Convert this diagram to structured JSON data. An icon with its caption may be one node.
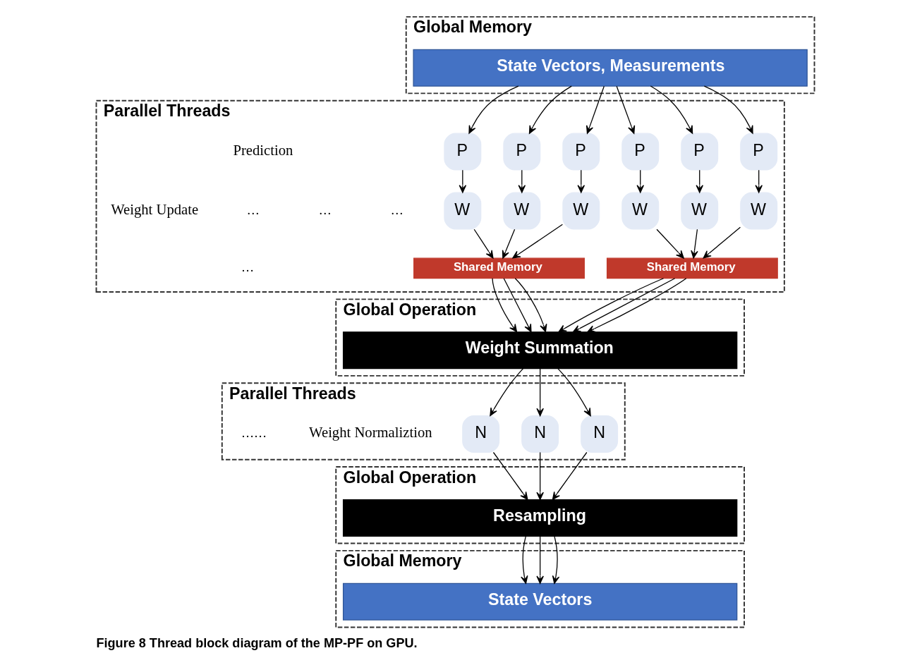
{
  "diagram": {
    "caption": "Figure 8 Thread block diagram of the MP-PF on GPU.",
    "nodes": [
      {
        "text": [
          "Global Memory"
        ]
      },
      {
        "text": [
          "State Vectors, Measurements"
        ],
        "in": 0
      },
      {
        "text": [
          "Parallel Threads"
        ]
      },
      {
        "text": [
          "P"
        ],
        "in": 2
      },
      {
        "text": [
          "P"
        ],
        "in": 2
      },
      {
        "text": [
          "P"
        ],
        "in": 2
      },
      {
        "text": [
          "P"
        ],
        "in": 2
      },
      {
        "text": [
          "P"
        ],
        "in": 2
      },
      {
        "text": [
          "P"
        ],
        "in": 2
      },
      {
        "text": [
          "W"
        ],
        "in": 2
      },
      {
        "text": [
          "W"
        ],
        "in": 2
      },
      {
        "text": [
          "W"
        ],
        "in": 2
      },
      {
        "text": [
          "W"
        ],
        "in": 2
      },
      {
        "text": [
          "W"
        ],
        "in": 2
      },
      {
        "text": [
          "W"
        ],
        "in": 2
      },
      {
        "text": [
          "Shared Memory"
        ],
        "in": 2
      },
      {
        "text": [
          "Shared Memory"
        ],
        "in": 2
      },
      {
        "text": [
          "Global Operation"
        ]
      },
      {
        "text": [
          "Weight Summation"
        ],
        "in": 17
      },
      {
        "text": [
          "Parallel Threads"
        ]
      },
      {
        "text": [
          "N"
        ],
        "in": 19
      },
      {
        "text": [
          "N"
        ],
        "in": 19
      },
      {
        "text": [
          "N"
        ],
        "in": 19
      },
      {
        "text": [
          "Global Operation"
        ]
      },
      {
        "text": [
          "Resampling"
        ],
        "in": 23
      },
      {
        "text": [
          "Global Memory"
        ]
      },
      {
        "text": [
          "State Vectors"
        ],
        "in": 25
      }
    ],
    "edges": [
      {
        "from": 1,
        "to": 3,
        "arrow": "to"
      },
      {
        "from": 1,
        "to": 4,
        "arrow": "to"
      },
      {
        "from": 1,
        "to": 5,
        "arrow": "to"
      },
      {
        "from": 1,
        "to": 6,
        "arrow": "to"
      },
      {
        "from": 1,
        "to": 7,
        "arrow": "to"
      },
      {
        "from": 1,
        "to": 8,
        "arrow": "to"
      },
      {
        "from": 3,
        "to": 9,
        "arrow": "to"
      },
      {
        "from": 4,
        "to": 10,
        "arrow": "to"
      },
      {
        "from": 5,
        "to": 11,
        "arrow": "to"
      },
      {
        "from": 6,
        "to": 12,
        "arrow": "to"
      },
      {
        "from": 7,
        "to": 13,
        "arrow": "to"
      },
      {
        "from": 8,
        "to": 14,
        "arrow": "to"
      },
      {
        "from": 9,
        "to": 15,
        "arrow": "to"
      },
      {
        "from": 10,
        "to": 15,
        "arrow": "to"
      },
      {
        "from": 11,
        "to": 15,
        "arrow": "to"
      },
      {
        "from": 12,
        "to": 16,
        "arrow": "to"
      },
      {
        "from": 13,
        "to": 16,
        "arrow": "to"
      },
      {
        "from": 14,
        "to": 16,
        "arrow": "to"
      },
      {
        "from": 15,
        "to": 18,
        "arrow": "to"
      },
      {
        "from": 15,
        "to": 18,
        "arrow": "to"
      },
      {
        "from": 15,
        "to": 18,
        "arrow": "to"
      },
      {
        "from": 16,
        "to": 18,
        "arrow": "to"
      },
      {
        "from": 16,
        "to": 18,
        "arrow": "to"
      },
      {
        "from": 16,
        "to": 18,
        "arrow": "to"
      },
      {
        "from": 18,
        "to": 20,
        "arrow": "to"
      },
      {
        "from": 18,
        "to": 21,
        "arrow": "to"
      },
      {
        "from": 18,
        "to": 22,
        "arrow": "to"
      },
      {
        "from": 20,
        "to": 24,
        "arrow": "to"
      },
      {
        "from": 21,
        "to": 24,
        "arrow": "to"
      },
      {
        "from": 22,
        "to": 24,
        "arrow": "to"
      },
      {
        "from": 24,
        "to": 26,
        "arrow": "to"
      },
      {
        "from": 24,
        "to": 26,
        "arrow": "to"
      },
      {
        "from": 24,
        "to": 26,
        "arrow": "to"
      }
    ],
    "labels": [
      "Prediction",
      "…",
      "…",
      "…",
      "Weight Update",
      "…",
      "Weight Normaliztion",
      "……"
    ]
  }
}
